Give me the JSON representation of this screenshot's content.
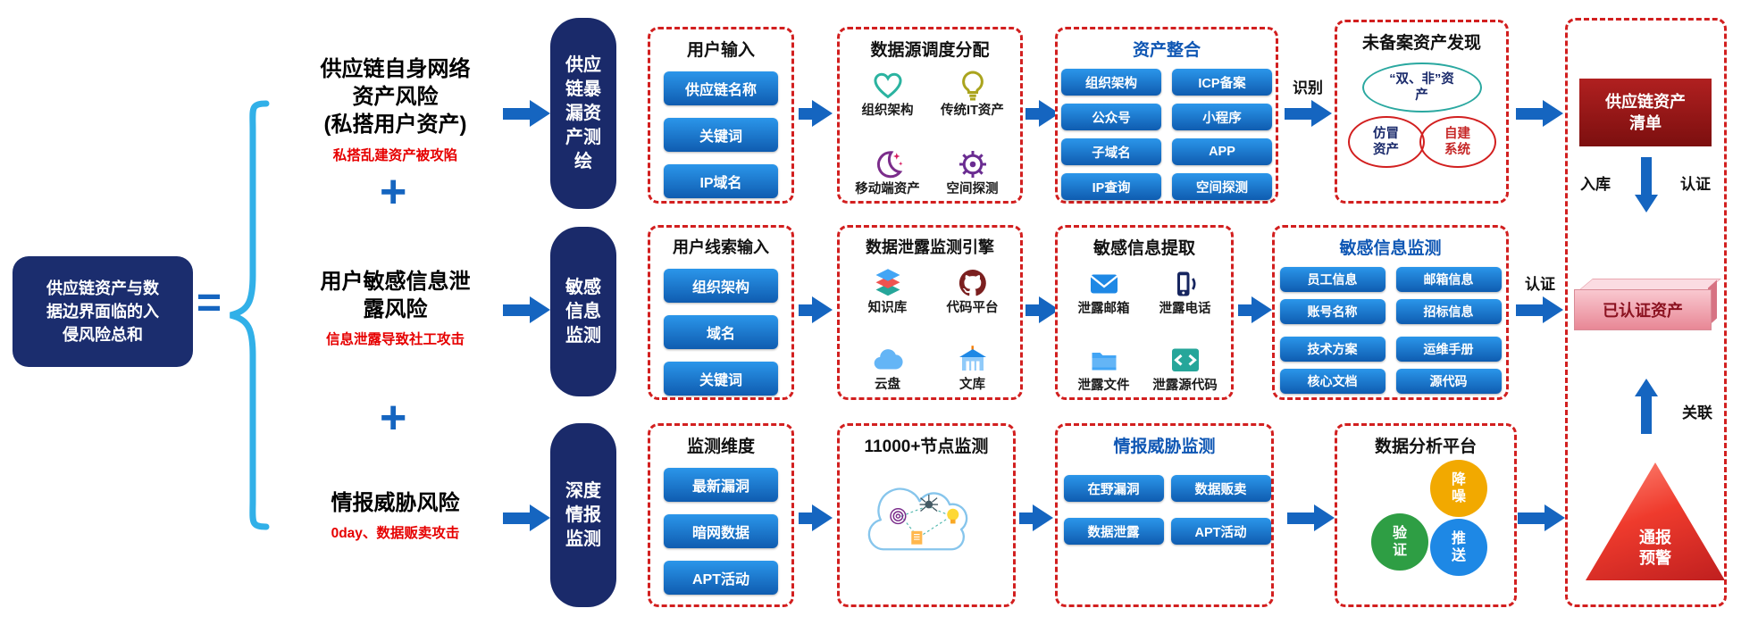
{
  "left": {
    "summary": "供应链资产与数据边界面临的入侵风险总和",
    "equals": "=",
    "plus": "+",
    "risks": [
      {
        "title": "供应链自身网络资产风险",
        "subtitle": "(私搭用户资产)",
        "note": "私搭乱建资产被攻陷"
      },
      {
        "title": "用户敏感信息泄露风险",
        "subtitle": "",
        "note": "信息泄露导致社工攻击"
      },
      {
        "title": "情报威胁风险",
        "subtitle": "",
        "note": "0day、数据贩卖攻击"
      }
    ]
  },
  "pills": {
    "mapping": "供应链暴漏资产测绘",
    "sensitive": "敏感信息监测",
    "intel": "深度情报监测"
  },
  "row1": {
    "user_input": {
      "title": "用户输入",
      "buttons": [
        "供应链名称",
        "关键词",
        "IP域名"
      ]
    },
    "datasource": {
      "title": "数据源调度分配",
      "items": [
        "组织架构",
        "传统IT资产",
        "移动端资产",
        "空间探测"
      ]
    },
    "integration": {
      "title": "资产整合",
      "buttons": [
        "组织架构",
        "ICP备案",
        "公众号",
        "小程序",
        "子域名",
        "APP",
        "IP查询",
        "空间探测"
      ]
    },
    "identify_label": "识别",
    "unregistered": {
      "title": "未备案资产发现",
      "ellipse1": "“双、非”资产",
      "ellipse2": "仿冒资产",
      "ellipse3": "自建系统"
    }
  },
  "row2": {
    "clue_input": {
      "title": "用户线索输入",
      "buttons": [
        "组织架构",
        "域名",
        "关键词"
      ]
    },
    "engine": {
      "title": "数据泄露监测引擎",
      "items": [
        "知识库",
        "代码平台",
        "云盘",
        "文库"
      ]
    },
    "extraction": {
      "title": "敏感信息提取",
      "items": [
        "泄露邮箱",
        "泄露电话",
        "泄露文件",
        "泄露源代码"
      ]
    },
    "monitor": {
      "title": "敏感信息监测",
      "buttons": [
        "员工信息",
        "邮箱信息",
        "账号名称",
        "招标信息",
        "技术方案",
        "运维手册",
        "核心文档",
        "源代码"
      ]
    },
    "auth_label": "认证"
  },
  "row3": {
    "dimensions": {
      "title": "监测维度",
      "buttons": [
        "最新漏洞",
        "暗网数据",
        "APT活动"
      ]
    },
    "nodes": {
      "title": "11000+节点监测"
    },
    "threat": {
      "title": "情报威胁监测",
      "buttons": [
        "在野漏洞",
        "数据贩卖",
        "数据泄露",
        "APT活动"
      ]
    },
    "analysis": {
      "title": "数据分析平台",
      "circles": [
        "降噪",
        "验证",
        "推送"
      ]
    }
  },
  "output": {
    "asset_list": "供应链资产清单",
    "store_label": "入库",
    "auth_label": "认证",
    "certified": "已认证资产",
    "relate_label": "关联",
    "alert": "通报预警"
  }
}
